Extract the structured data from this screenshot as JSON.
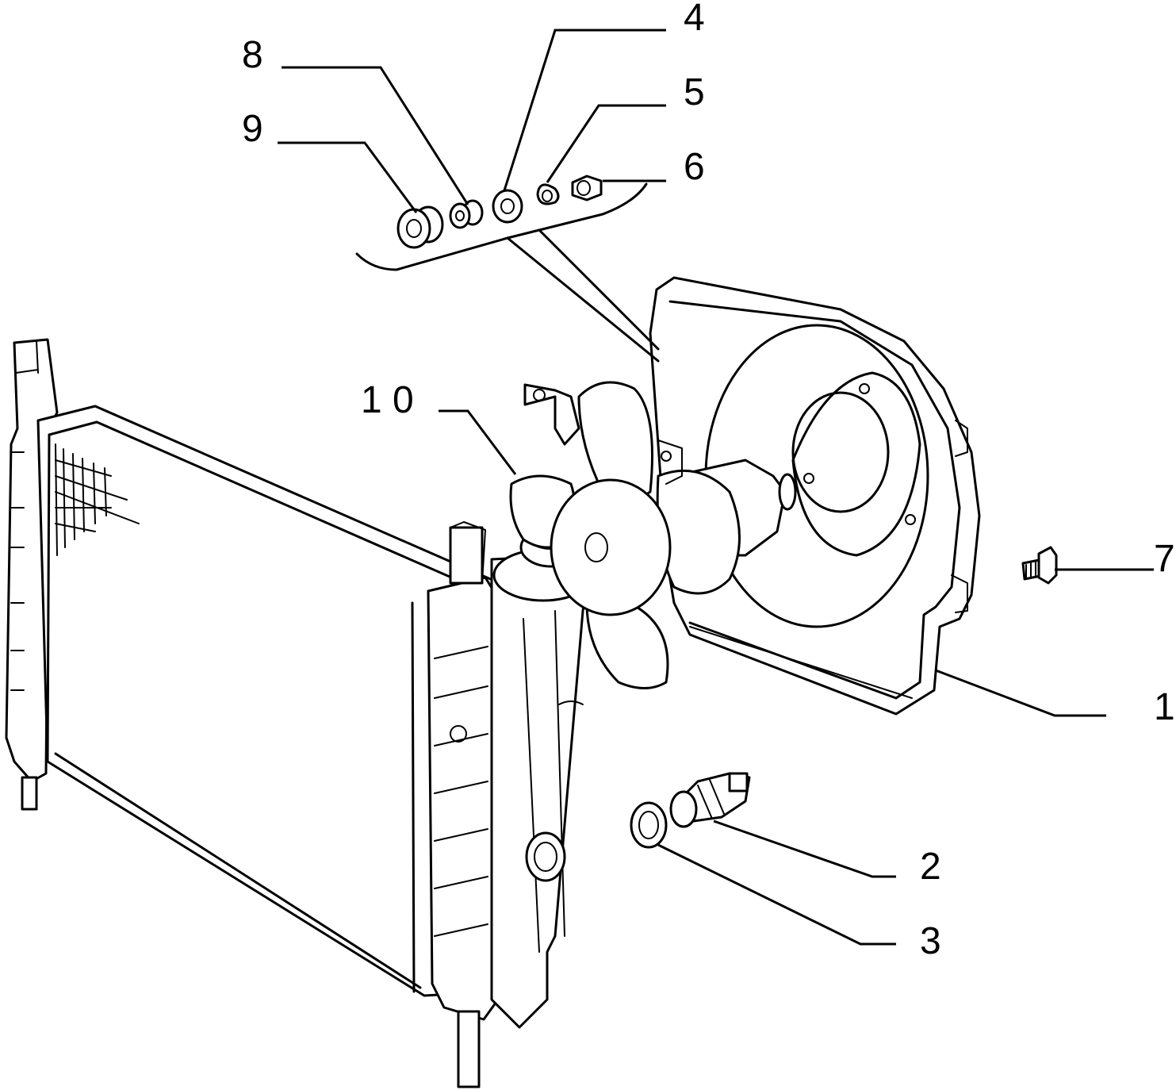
{
  "diagram": {
    "type": "exploded-parts-view",
    "colors": {
      "ink": "#000000",
      "background": "#ffffff"
    },
    "callouts": [
      {
        "id": "1",
        "label": "1"
      },
      {
        "id": "2",
        "label": "2"
      },
      {
        "id": "3",
        "label": "3"
      },
      {
        "id": "4",
        "label": "4"
      },
      {
        "id": "5",
        "label": "5"
      },
      {
        "id": "6",
        "label": "6"
      },
      {
        "id": "7",
        "label": "7"
      },
      {
        "id": "8",
        "label": "8"
      },
      {
        "id": "9",
        "label": "9"
      },
      {
        "id": "10",
        "label": "1 0"
      }
    ]
  }
}
